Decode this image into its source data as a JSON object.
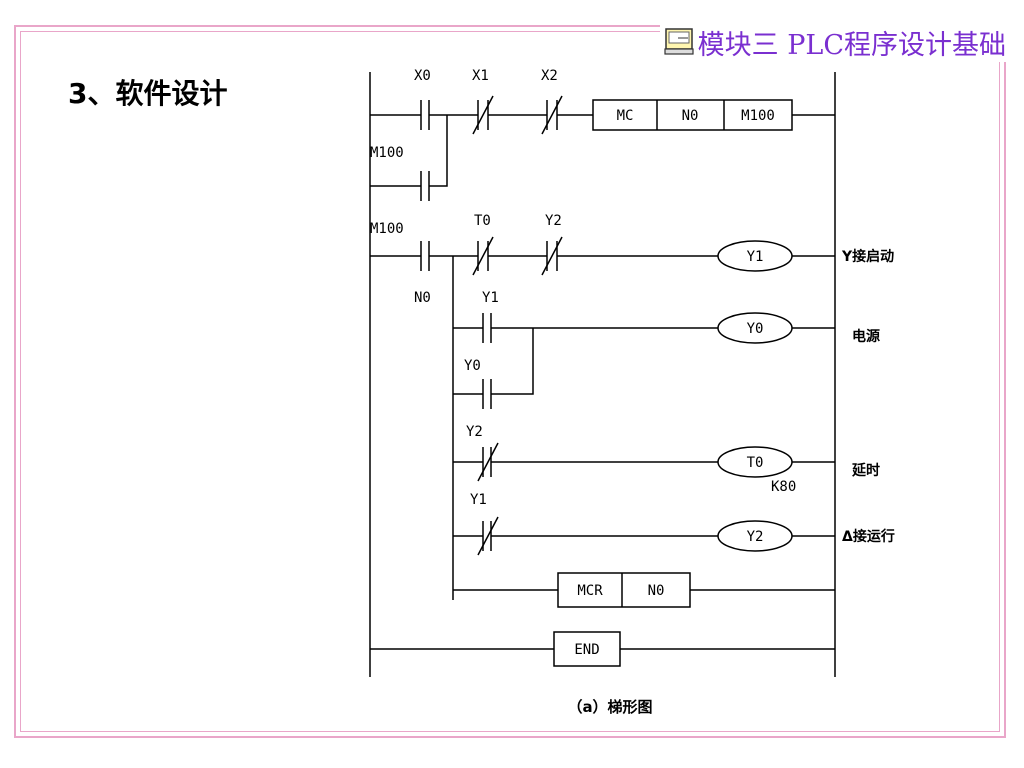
{
  "header": {
    "icon": "computer-monitor-icon",
    "title": "模块三 PLC程序设计基础"
  },
  "section_title": "3、软件设计",
  "diagram": {
    "caption": "（a）梯形图",
    "rung1": {
      "contact_x0": "X0",
      "contact_x1": "X1",
      "contact_x2": "X2",
      "contact_m100": "M100",
      "box_cmd": "MC",
      "box_n": "N0",
      "box_m": "M100"
    },
    "mc_contact": {
      "label_top": "M100",
      "label_bottom": "N0"
    },
    "rung2": {
      "contact_t0": "T0",
      "contact_y2": "Y2",
      "coil": "Y1",
      "comment": "Y接启动"
    },
    "rung3": {
      "contact_y1": "Y1",
      "contact_y0": "Y0",
      "coil": "Y0",
      "comment": "电源"
    },
    "rung4": {
      "contact_y2": "Y2",
      "coil": "T0",
      "setting": "K80",
      "comment": "延时"
    },
    "rung5": {
      "contact_y1": "Y1",
      "coil": "Y2",
      "comment": "Δ接运行"
    },
    "mcr": {
      "cmd": "MCR",
      "n": "N0"
    },
    "end": {
      "cmd": "END"
    }
  },
  "colors": {
    "frame": "#e9a6c9",
    "title": "#7a2fd0",
    "ink": "#000000"
  }
}
